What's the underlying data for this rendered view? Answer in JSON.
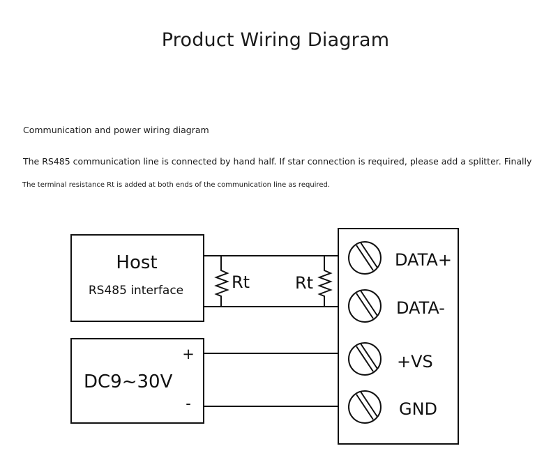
{
  "title": "Product Wiring Diagram",
  "subtitle": "Communication and power wiring diagram",
  "notes": [
    "The RS485 communication line is connected by hand half. If star connection is required, please add a splitter. Finally",
    "The terminal resistance Rt is added at both ends of the communication line as required."
  ],
  "diagram": {
    "host": {
      "label": "Host",
      "sublabel": "RS485 interface"
    },
    "power": {
      "label": "DC9~30V",
      "plus": "+",
      "minus": "-"
    },
    "resistors": [
      "Rt",
      "Rt"
    ],
    "terminals": [
      "DATA+",
      "DATA-",
      "+VS",
      "GND"
    ],
    "line_color": "#111111"
  }
}
